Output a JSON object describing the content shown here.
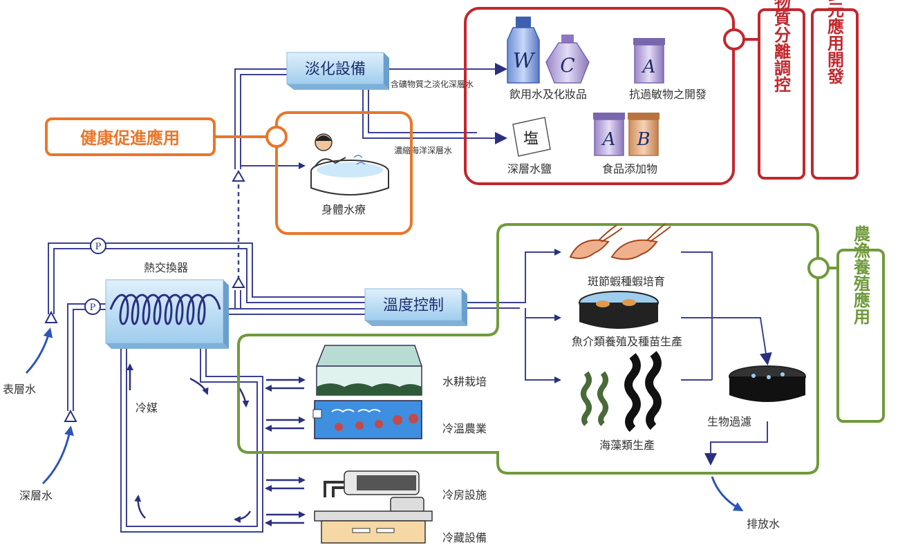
{
  "colors": {
    "pipe": "#3b3f93",
    "arrow_blue": "#2c55b8",
    "equipment_fill": "#bfe0f6",
    "health": "#e8762a",
    "mineral": "#c1272d",
    "agri": "#6f9a3a"
  },
  "equipment": {
    "desalination": "淡化設備",
    "temperature_control": "溫度控制",
    "heat_exchanger": "熱交換器"
  },
  "sources": {
    "surface_water": "表層水",
    "deep_water": "深層水",
    "refrigerant": "冷媒",
    "discharge": "排放水"
  },
  "flows": {
    "mineral_desalinated": "含礦物質之淡化深層水",
    "concentrated_deep": "濃縮海洋深層水"
  },
  "pump_symbol": "P",
  "products": {
    "drinking": "飲用水及化妝品",
    "anti_allergy": "抗過敏物之開發",
    "salt": "深層水鹽",
    "food_additive": "食品添加物",
    "letters": {
      "w": "W",
      "c": "C",
      "a": "A",
      "b": "B",
      "salt_glyph": "塩"
    }
  },
  "health": {
    "label": "健康促進應用",
    "spa": "身體水療"
  },
  "mineral": {
    "label": "礦物質分離調控",
    "multi": "多元應用開發"
  },
  "agri": {
    "label": "農漁養殖應用",
    "shrimp": "斑節蝦種蝦培育",
    "fish": "魚介類養殖及種苗生產",
    "seaweed": "海藻類生產",
    "biofilter": "生物過濾"
  },
  "facilities": {
    "hydroponics": "水耕栽培",
    "cold_agri": "冷溫農業",
    "ac": "冷房設施",
    "cold_storage": "冷藏設備"
  }
}
